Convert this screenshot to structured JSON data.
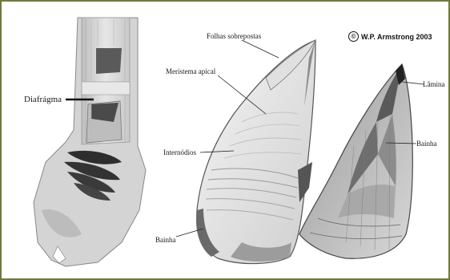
{
  "figure": {
    "credit": {
      "symbol": "©",
      "text": "W.P. Armstrong 2003"
    },
    "labels": {
      "diafragma": "Diafrágma",
      "folhas_sobrepostas": "Folhas sobrepostas",
      "meristema_apical": "Meristema apical",
      "internodios": "Internódios",
      "bainha_left": "Bainha",
      "lamina": "Lâmina",
      "bainha_right": "Bainha"
    },
    "colors": {
      "border": "#6f7a3a",
      "ink": "#1a1a1a",
      "stem_light": "#d9d9d9",
      "stem_dark": "#3a3a3a"
    }
  }
}
